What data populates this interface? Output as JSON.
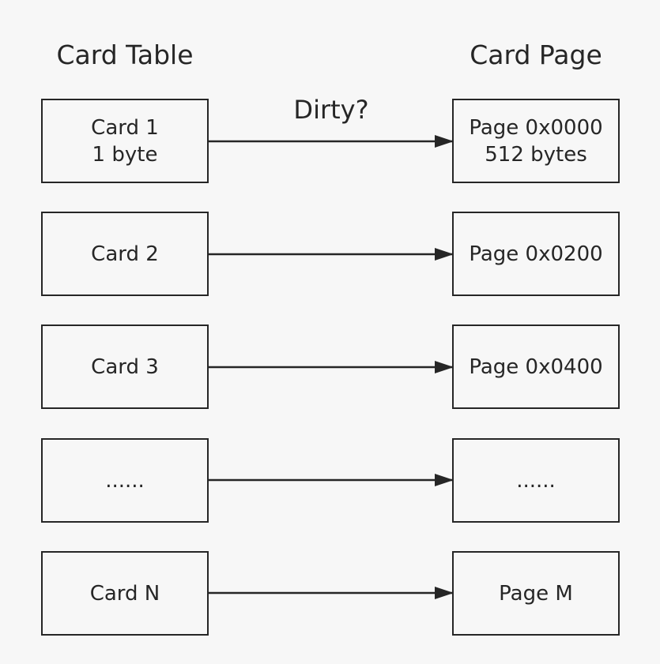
{
  "headers": {
    "left": "Card Table",
    "right": "Card Page"
  },
  "arrow_label": "Dirty?",
  "cards": [
    {
      "line1": "Card 1",
      "line2": "1 byte"
    },
    {
      "line1": "Card 2",
      "line2": ""
    },
    {
      "line1": "Card 3",
      "line2": ""
    },
    {
      "line1": "......",
      "line2": ""
    },
    {
      "line1": "Card N",
      "line2": ""
    }
  ],
  "pages": [
    {
      "line1": "Page 0x0000",
      "line2": "512 bytes"
    },
    {
      "line1": "Page 0x0200",
      "line2": ""
    },
    {
      "line1": "Page 0x0400",
      "line2": ""
    },
    {
      "line1": "......",
      "line2": ""
    },
    {
      "line1": "Page M",
      "line2": ""
    }
  ],
  "colors": {
    "background": "#f7f7f7",
    "stroke": "#262626"
  }
}
